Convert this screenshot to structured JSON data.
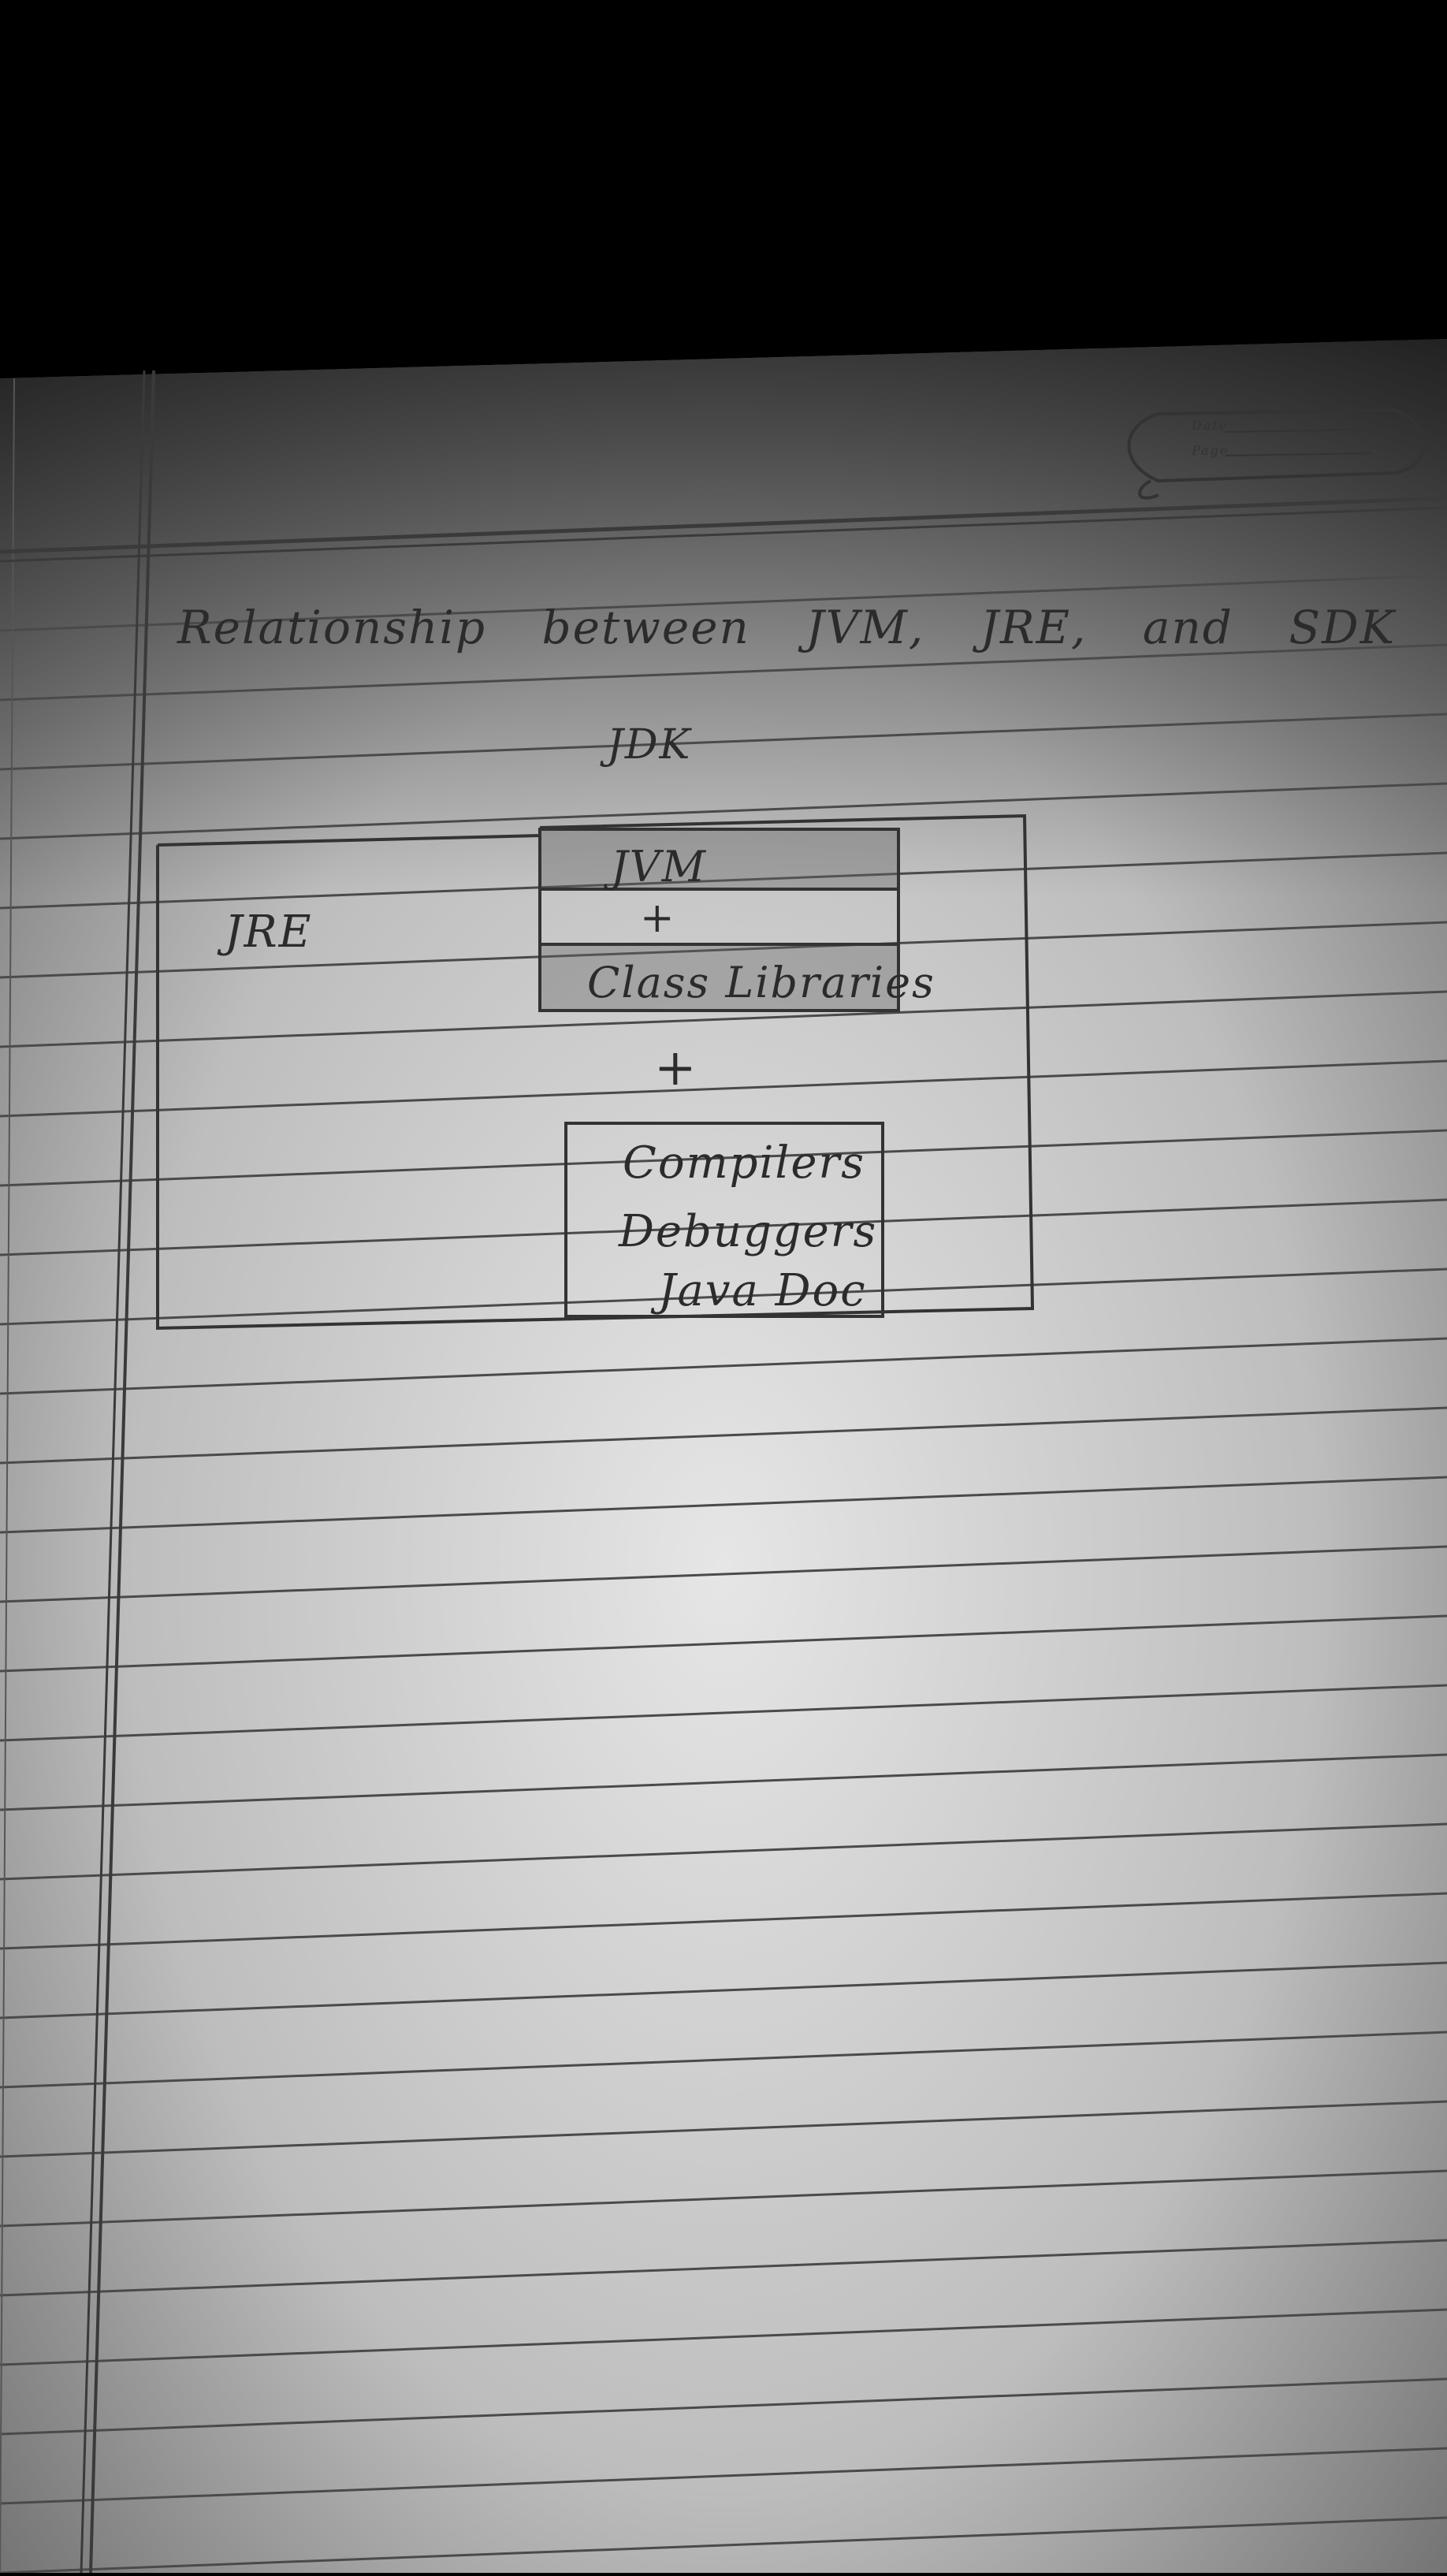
{
  "heading": "Relationship between JVM, JRE, and SDK",
  "page_stamp": {
    "date_label": "Date",
    "page_label": "Page"
  },
  "diagram": {
    "outer_label": "JDK",
    "jre_label": "JRE",
    "jre_box": {
      "jvm": "JVM",
      "plus": "+",
      "class_libraries": "Class Libraries"
    },
    "plus_between": "+",
    "tools_box": {
      "items": [
        "Compilers",
        "Debuggers",
        "Java Doc"
      ]
    }
  },
  "colors": {
    "paper": "#d9d9d9",
    "rule_line": "#4a4a4a",
    "ink": "#2b2b2b",
    "background": "#000000"
  }
}
